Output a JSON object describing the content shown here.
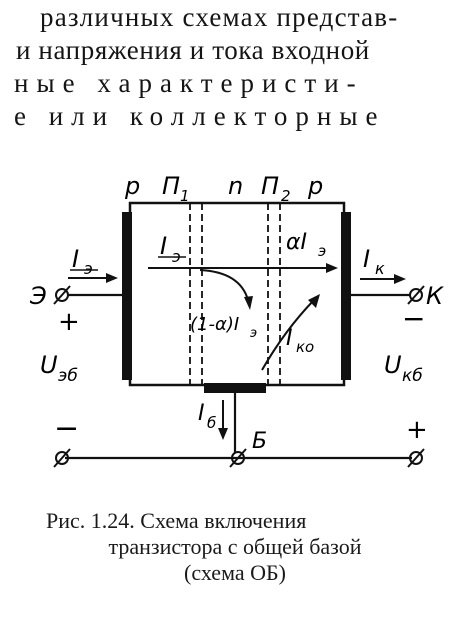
{
  "text_lines": [
    "различных схемах представ-",
    "и напряжения и тока входной",
    "ные характеристи-",
    "е или коллекторные"
  ],
  "diagram": {
    "region_labels": [
      "p",
      "П",
      "1",
      "n",
      "П",
      "2",
      "p"
    ],
    "emitter_terminal": "Э",
    "collector_terminal": "К",
    "base_terminal": "Б",
    "emitter_current": "I",
    "emitter_current_sub": "э",
    "inner_emitter_current": "I",
    "inner_emitter_current_sub": "э",
    "alpha_current": "αI",
    "alpha_current_sub": "э",
    "collector_current": "I",
    "collector_current_sub": "к",
    "recomb_current": "(1-α)I",
    "recomb_current_sub": "э",
    "reverse_current": "I",
    "reverse_current_sub": "ко",
    "base_current": "I",
    "base_current_sub": "б",
    "emitter_voltage": "U",
    "emitter_voltage_sub": "эб",
    "collector_voltage": "U",
    "collector_voltage_sub": "кб",
    "plus_left": "+",
    "minus_right": "−",
    "minus_left": "−",
    "plus_right": "+"
  },
  "caption": {
    "line1": "Рис. 1.24.  Схема  включения",
    "line2": "транзистора  с  общей   базой",
    "line3": "(схема ОБ)"
  }
}
